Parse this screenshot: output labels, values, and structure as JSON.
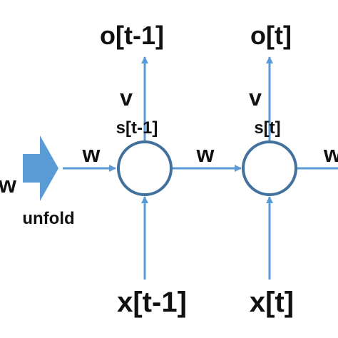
{
  "colors": {
    "arrow": "#5b9bd5",
    "node_stroke": "#41719c",
    "unfold_arrow": "#5b9bd5",
    "text": "#111111"
  },
  "labels": {
    "unfold": "unfold",
    "left_weight": "w",
    "weight_in": "w",
    "weight_mid": "w",
    "weight_out": "w",
    "output_prev": "o[t-1]",
    "output_curr": "o[t]",
    "v_prev": "v",
    "v_curr": "v",
    "state_prev": "s[t-1]",
    "state_curr": "s[t]",
    "input_prev": "x[t-1]",
    "input_curr": "x[t]"
  }
}
